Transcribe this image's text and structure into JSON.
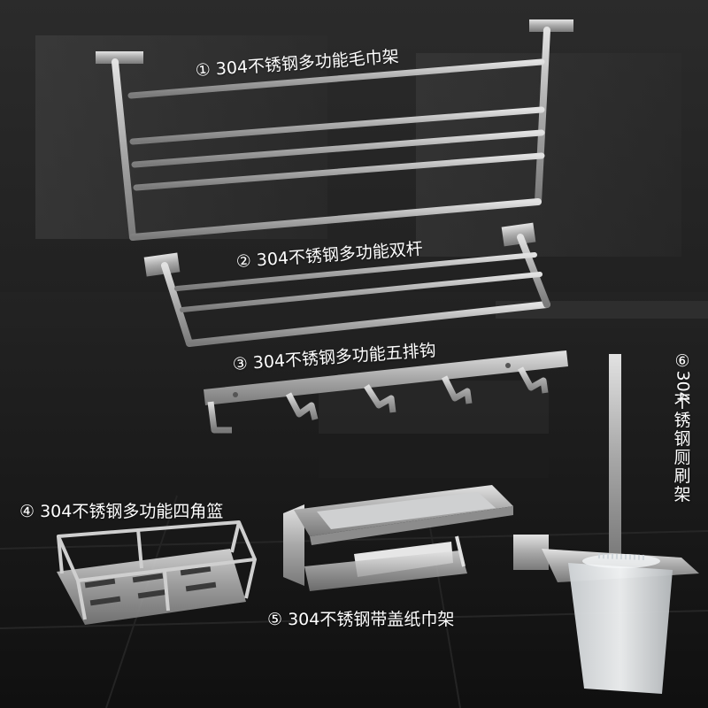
{
  "colors": {
    "steel_light": "#d9d9d9",
    "steel_mid": "#a6a6a6",
    "steel_dark": "#6e6e6e",
    "label_text": "#ffffff",
    "background": "#1c1c1c"
  },
  "labels": {
    "towel_rack": "① 304不锈钢多功能毛巾架",
    "double_bar": "② 304不锈钢多功能双杆",
    "five_hook": "③ 304不锈钢多功能五排钩",
    "corner_basket": "④ 304不锈钢多功能四角篮",
    "paper_holder": "⑤ 304不锈钢带盖纸巾架"
  },
  "vertical_label": {
    "marker": "⑥",
    "number": "304",
    "text_chars": [
      "不",
      "锈",
      "钢",
      "厕",
      "刷",
      "架"
    ]
  }
}
